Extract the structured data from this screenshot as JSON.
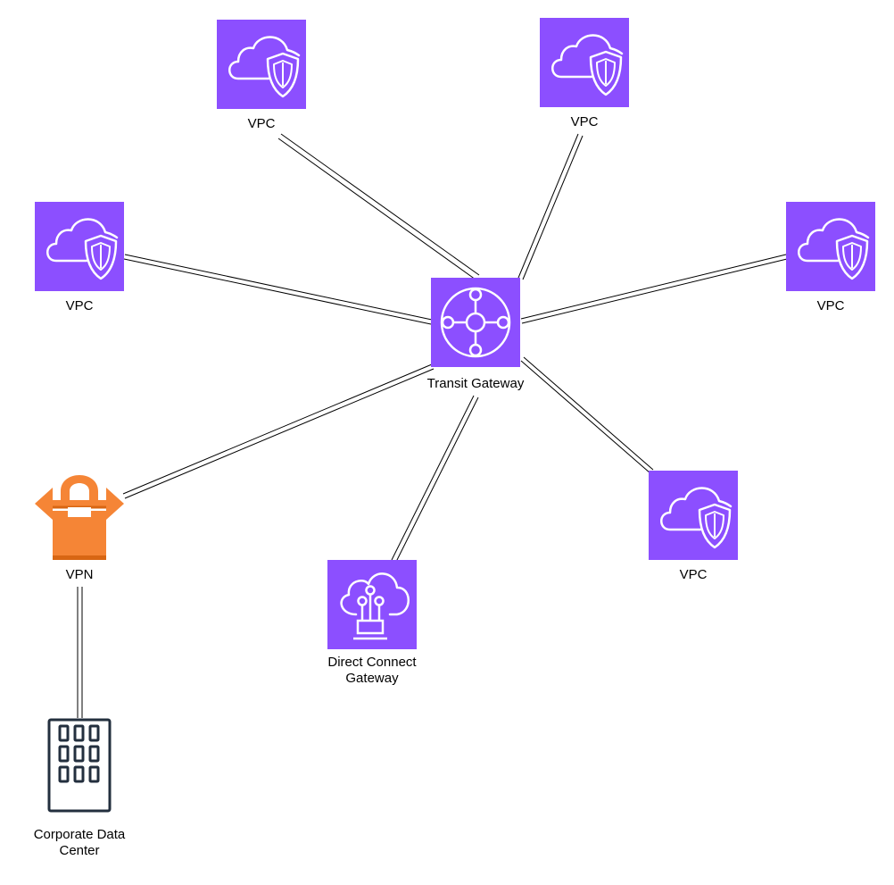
{
  "colors": {
    "background": "#ffffff",
    "vpc_fill": "#8c4fff",
    "icon_stroke": "#ffffff",
    "vpn_fill": "#f58536",
    "vpn_dark": "#d86613",
    "building_stroke": "#232f3e",
    "connector": "#000000"
  },
  "nodes": {
    "vpc_top_left": {
      "label": "VPC",
      "icon": "vpc-cloud-shield-icon"
    },
    "vpc_top_right": {
      "label": "VPC",
      "icon": "vpc-cloud-shield-icon"
    },
    "vpc_left": {
      "label": "VPC",
      "icon": "vpc-cloud-shield-icon"
    },
    "vpc_right": {
      "label": "VPC",
      "icon": "vpc-cloud-shield-icon"
    },
    "vpc_bottom_right": {
      "label": "VPC",
      "icon": "vpc-cloud-shield-icon"
    },
    "transit_gateway": {
      "label": "Transit Gateway",
      "icon": "transit-gateway-hub-icon"
    },
    "vpn": {
      "label": "VPN",
      "icon": "vpn-lock-icon"
    },
    "direct_connect_gateway": {
      "label_lines": [
        "Direct Connect",
        "Gateway"
      ],
      "icon": "direct-connect-cloud-icon"
    },
    "corporate_data_center": {
      "label_lines": [
        "Corporate Data",
        "Center"
      ],
      "icon": "office-building-icon"
    }
  },
  "edges": [
    {
      "from": "vpc_top_left",
      "to": "transit_gateway",
      "style": "double-line"
    },
    {
      "from": "vpc_top_right",
      "to": "transit_gateway",
      "style": "double-line"
    },
    {
      "from": "vpc_left",
      "to": "transit_gateway",
      "style": "double-line"
    },
    {
      "from": "vpc_right",
      "to": "transit_gateway",
      "style": "double-line"
    },
    {
      "from": "vpc_bottom_right",
      "to": "transit_gateway",
      "style": "double-line"
    },
    {
      "from": "vpn",
      "to": "transit_gateway",
      "style": "double-line"
    },
    {
      "from": "direct_connect_gateway",
      "to": "transit_gateway",
      "style": "double-line"
    },
    {
      "from": "corporate_data_center",
      "to": "vpn",
      "style": "double-line"
    }
  ]
}
